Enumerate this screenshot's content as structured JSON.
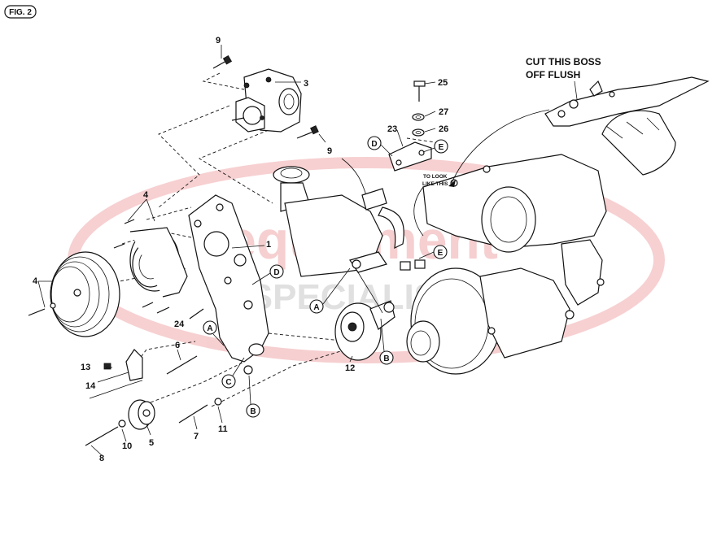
{
  "figure_label": "FIG. 2",
  "watermark": {
    "line1": "equipment",
    "line2": "SPECIALISTS",
    "color": "#d9282f"
  },
  "notes": {
    "cut_boss_line1": "CUT THIS  BOSS",
    "cut_boss_line2": "OFF FLUSH",
    "look_like_line1": "TO LOOK",
    "look_like_line2": "LIKE THIS"
  },
  "part_numbers": {
    "p1": "1",
    "p3": "3",
    "p4a": "4",
    "p4b": "4",
    "p5": "5",
    "p6": "6",
    "p7": "7",
    "p8": "8",
    "p9a": "9",
    "p9b": "9",
    "p10": "10",
    "p11": "11",
    "p12": "12",
    "p13": "13",
    "p14": "14",
    "p23": "23",
    "p24": "24",
    "p25": "25",
    "p26": "26",
    "p27": "27"
  },
  "ref_markers": {
    "a1": "A",
    "a2": "A",
    "b1": "B",
    "b2": "B",
    "c1": "C",
    "d1": "D",
    "d2": "D",
    "e1": "E",
    "e2": "E"
  }
}
